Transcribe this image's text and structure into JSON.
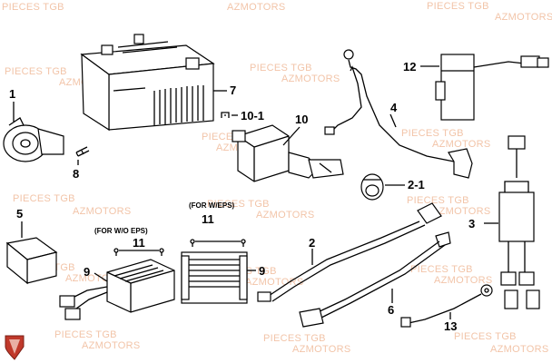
{
  "watermark": {
    "line1": "PIECES TGB",
    "line2": "AZMOTORS"
  },
  "notes": {
    "for_w_eps": "(FOR W/EPS)",
    "for_wo_eps": "(FOR W/O EPS)"
  },
  "callouts": {
    "horn": "1",
    "cdi_wire": "2",
    "fuse_cap": "2-1",
    "cdi_unit": "3",
    "battery_cable": "4",
    "small_box": "5",
    "ground_wire": "6",
    "battery": "7",
    "bolt": "8",
    "regulator_wo_eps": "9",
    "regulator_w_eps": "9",
    "ignition_coil": "10",
    "clip": "10-1",
    "screw_w_eps": "11",
    "screw_wo_eps": "11",
    "relay": "12",
    "sensor_wire": "13"
  },
  "colors": {
    "line": "#000000",
    "watermark": "#f2c4a8",
    "logo": "#c0392b"
  },
  "logo_icon": "tgb-shield-icon"
}
